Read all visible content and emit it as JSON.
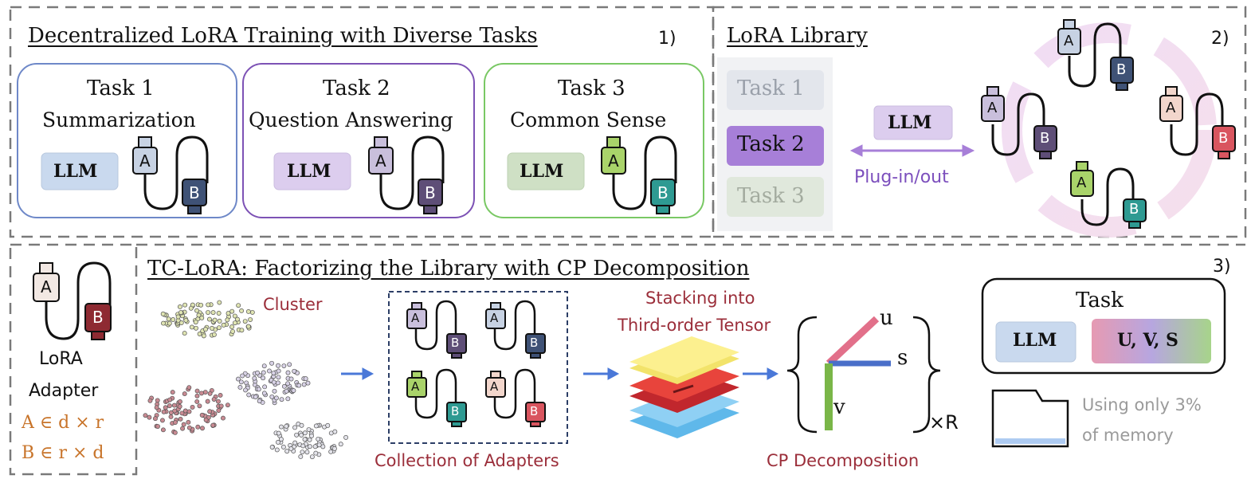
{
  "panel1": {
    "title": "Decentralized LoRA Training with Diverse Tasks",
    "number": "1)",
    "tasks": [
      {
        "title": "Task 1",
        "subtitle": "Summarization",
        "llm": "LLM",
        "llm_color": "#c9d9ee",
        "a_color": "#c7d2e3",
        "b_color": "#3f5276",
        "border": "#6e88c8"
      },
      {
        "title": "Task 2",
        "subtitle": "Question Answering",
        "llm": "LLM",
        "llm_color": "#dccdee",
        "a_color": "#c9bfdc",
        "b_color": "#5e4e77",
        "border": "#7d52b5"
      },
      {
        "title": "Task 3",
        "subtitle": "Common Sense",
        "llm": "LLM",
        "llm_color": "#cfe0c5",
        "a_color": "#a9d36a",
        "b_color": "#2e9a92",
        "border": "#79c864"
      }
    ]
  },
  "panel2": {
    "title": "LoRA Library",
    "number": "2)",
    "library": [
      "Task 1",
      "Task 2",
      "Task 3"
    ],
    "llm": "LLM",
    "plug_label": "Plug-in/out",
    "accent": "#a77fd8"
  },
  "panel3": {
    "adapter_label_1": "LoRA",
    "adapter_label_2": "Adapter",
    "eq_a": "A ∈ d × r",
    "eq_b": "B ∈ r × d",
    "title": "TC-LoRA: Factorizing the Library with CP Decomposition",
    "number": "3)",
    "cluster_label": "Cluster",
    "collection_label": "Collection of Adapters",
    "stacking_label_1": "Stacking into",
    "stacking_label_2": "Third-order Tensor",
    "cp_label": "CP Decomposition",
    "u": "u",
    "s": "s",
    "v": "v",
    "times_r": "×R",
    "task_box_title": "Task",
    "task_box_llm": "LLM",
    "task_box_uvs": "U, V, S",
    "memory_label_1": "Using only 3%",
    "memory_label_2": "of memory",
    "red_text": "#9b2e3a",
    "orange_text": "#c8742a"
  },
  "adapter_letters": {
    "a": "A",
    "b": "B"
  }
}
